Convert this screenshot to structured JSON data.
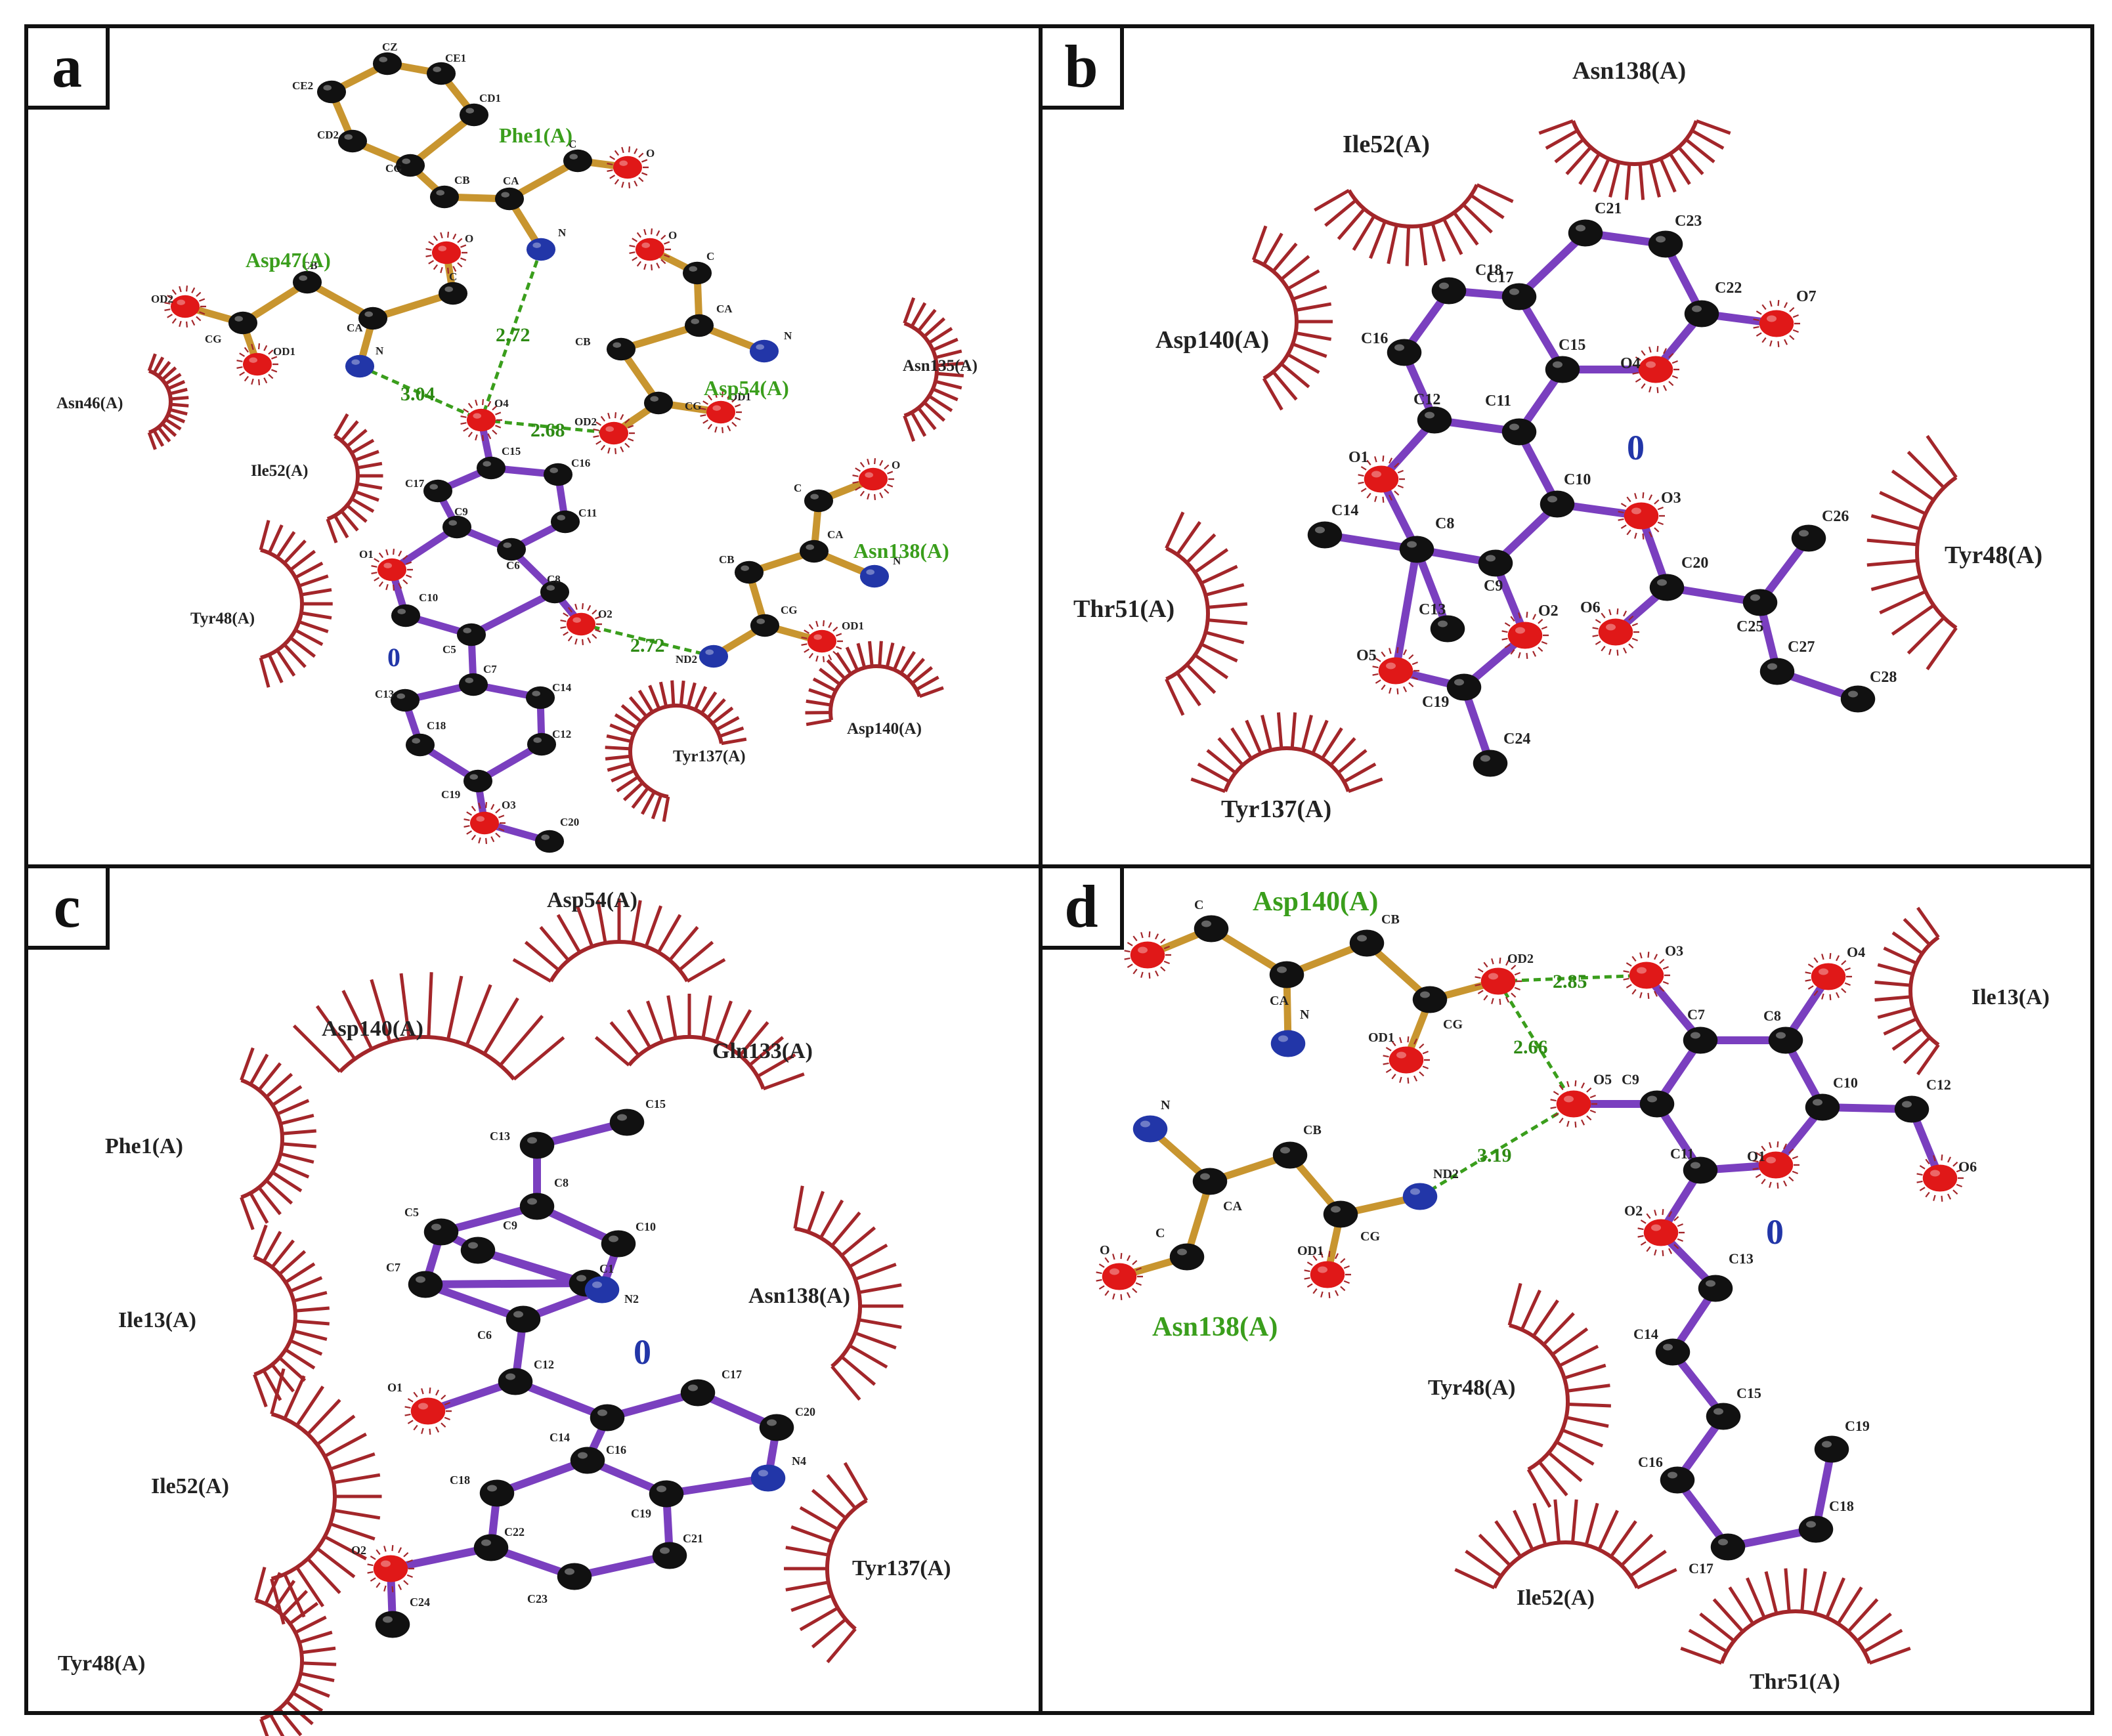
{
  "colors": {
    "ligand_bond": "#7a3fbf",
    "residue_bond": "#c8952f",
    "carbon": "#111111",
    "oxygen": "#e01818",
    "nitrogen": "#2236a8",
    "hbond": "#3a9e1c",
    "hbond_label": "#2e8a14",
    "hydrophobic": "#a3262a",
    "residue_label_hbond": "#3a9e1c",
    "frame": "#111111",
    "ligand_zero": "#2236a8"
  },
  "panels": [
    {
      "letter": "a",
      "ligand_marker": "0",
      "hbonds": [
        "2.72",
        "3.04",
        "2.68",
        "2.72"
      ],
      "hbond_residues": [
        "Phe1(A)",
        "Asp47(A)",
        "Asp54(A)",
        "Asn138(A)"
      ],
      "hydrophobic_residues": [
        "Asn46(A)",
        "Ile52(A)",
        "Tyr48(A)",
        "Asn135(A)",
        "Tyr137(A)",
        "Asp140(A)"
      ],
      "atoms": {
        "CZ": "CZ",
        "CE1": "CE1",
        "CE2": "CE2",
        "CD1": "CD1",
        "CD2": "CD2",
        "CG": "CG",
        "CB": "CB",
        "CA": "CA",
        "C": "C",
        "O": "O",
        "N": "N",
        "OD1": "OD1",
        "OD2": "OD2",
        "ND2": "ND2",
        "O4": "O4",
        "C15": "C15",
        "C16": "C16",
        "C17": "C17",
        "C11": "C11",
        "C9": "C9",
        "C6": "C6",
        "C8": "C8",
        "O1": "O1",
        "C10": "C10",
        "C5": "C5",
        "O2": "O2",
        "C7": "C7",
        "C13": "C13",
        "C14": "C14",
        "C18": "C18",
        "C19": "C19",
        "O3": "O3",
        "C20": "C20",
        "C12": "C12"
      }
    },
    {
      "letter": "b",
      "ligand_marker": "0",
      "hydrophobic_residues": [
        "Asn138(A)",
        "Ile52(A)",
        "Asp140(A)",
        "Tyr48(A)",
        "Thr51(A)",
        "Tyr137(A)"
      ],
      "atoms": {
        "C21": "C21",
        "C23": "C23",
        "C18": "C18",
        "C17": "C17",
        "C22": "C22",
        "O7": "O7",
        "C16": "C16",
        "C15": "C15",
        "O4": "O4",
        "C12": "C12",
        "C11": "C11",
        "O1": "O1",
        "C10": "C10",
        "O3": "O3",
        "C14": "C14",
        "C8": "C8",
        "C26": "C26",
        "C9": "C9",
        "C20": "C20",
        "C13": "C13",
        "O2": "O2",
        "O6": "O6",
        "C25": "C25",
        "O5": "O5",
        "C27": "C27",
        "C19": "C19",
        "C28": "C28",
        "C24": "C24"
      }
    },
    {
      "letter": "c",
      "ligand_marker": "0",
      "hydrophobic_residues": [
        "Asp54(A)",
        "Asp140(A)",
        "Gln133(A)",
        "Phe1(A)",
        "Ile13(A)",
        "Asn138(A)",
        "Ile52(A)",
        "Tyr137(A)",
        "Tyr48(A)"
      ],
      "atoms": {
        "C13": "C13",
        "C15": "C15",
        "C8": "C8",
        "C5": "C5",
        "C9": "C9",
        "C10": "C10",
        "C7": "C7",
        "C11": "C1",
        "N2": "N2",
        "C6": "C6",
        "C12": "C12",
        "C17": "C17",
        "O1": "O1",
        "C20": "C20",
        "C14": "C14",
        "C16": "C16",
        "N4": "N4",
        "C18": "C18",
        "C19": "C19",
        "C22": "C22",
        "C21": "C21",
        "O2": "O2",
        "C23": "C23",
        "C24": "C24"
      }
    },
    {
      "letter": "d",
      "ligand_marker": "0",
      "hbonds": [
        "2.85",
        "2.66",
        "3.19"
      ],
      "hbond_residues": [
        "Asp140(A)",
        "Asn138(A)"
      ],
      "hydrophobic_residues": [
        "Ile13(A)",
        "Tyr48(A)",
        "Ile52(A)",
        "Thr51(A)"
      ],
      "atoms": {
        "C": "C",
        "CB": "CB",
        "CA": "CA",
        "N": "N",
        "OD2": "OD2",
        "OD1": "OD1",
        "CG": "CG",
        "O3": "O3",
        "O4": "O4",
        "C7": "C7",
        "C8": "C8",
        "O5": "O5",
        "C9": "C9",
        "C10": "C10",
        "C12": "C12",
        "C11": "C11",
        "O1": "O1",
        "O6": "O6",
        "ND2": "ND2",
        "O": "O",
        "O2": "O2",
        "C13": "C13",
        "C14": "C14",
        "C15": "C15",
        "C16": "C16",
        "C17": "C17",
        "C18": "C18",
        "C19": "C19"
      }
    }
  ]
}
